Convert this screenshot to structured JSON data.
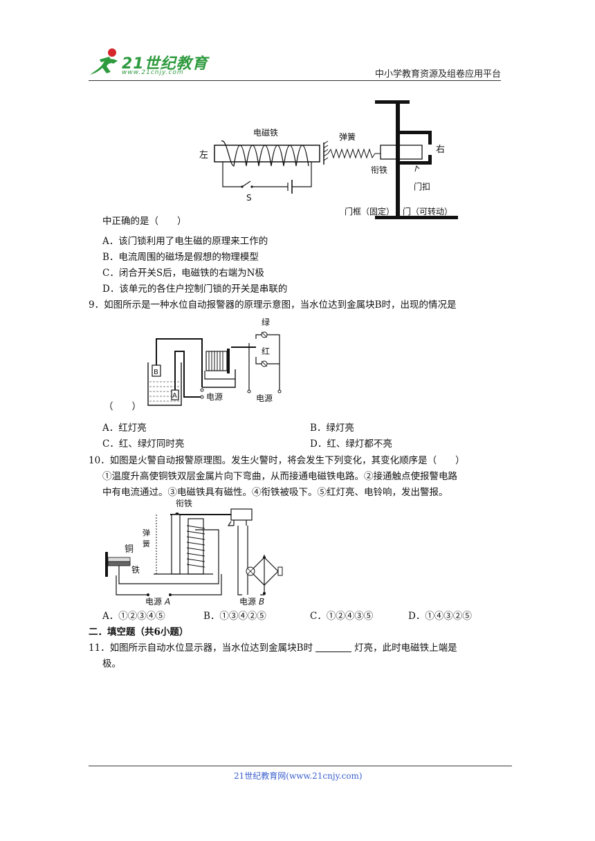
{
  "header": {
    "logo_text": "21世纪教育",
    "logo_url": "www.21cnjy.com",
    "platform": "中小学教育资源及组卷应用平台"
  },
  "q8": {
    "diagram": {
      "electromagnet": "电磁铁",
      "left": "左",
      "right": "右",
      "spring": "弹簧",
      "armature": "衔铁",
      "latch": "门扣",
      "switch": "S",
      "frame": "门框（固定）",
      "door": "门（可转动）"
    },
    "stem_tail": "中正确的是（　　）",
    "options": [
      "A．该门锁利用了电生磁的原理来工作的",
      "B．电流周围的磁场是假想的物理模型",
      "C．闭合开关S后，电磁铁的右端为N极",
      "D．该单元的各住户控制门锁的开关是串联的"
    ]
  },
  "q9": {
    "stem": "9．如图所示是一种水位自动报警器的原理示意图，当水位达到金属块B时，出现的情况是",
    "paren": "（　　）",
    "diagram": {
      "green": "绿",
      "red": "红",
      "power1": "电源",
      "power2": "电源",
      "b": "B",
      "a": "A"
    },
    "options": [
      "A．红灯亮",
      "B．绿灯亮",
      "C．红、绿灯同时亮",
      "D．红、绿灯都不亮"
    ]
  },
  "q10": {
    "stem1": "10．如图是火警自动报警原理图。发生火警时，将会发生下列变化，其变化顺序是（　　）",
    "stem2": "①温度升高使铜铁双层金属片向下弯曲，从而接通电磁铁电路。②接通触点使报警电路",
    "stem3": "中有电流通过。③电磁铁具有磁性。④衔铁被吸下。⑤红灯亮、电铃响，发出警报。",
    "diagram": {
      "armature": "衔铁",
      "spring": "弹簧",
      "copper": "铜",
      "iron": "铁",
      "power_a": "电源",
      "a": "A",
      "power_b": "电源",
      "b": "B"
    },
    "options": [
      "A．①②③④⑤",
      "B．①③④②⑤",
      "C．①②④③⑤",
      "D．①④③②⑤"
    ]
  },
  "section2": {
    "title": "二．填空题（共6小题）"
  },
  "q11": {
    "stem_a": "11．如图所示自动水位显示器，当水位达到金属块B时",
    "stem_b": "灯亮，此时电磁铁上端是",
    "stem_c": "极。"
  },
  "footer": {
    "text": "21世纪教育网(www.21cnjy.com)"
  }
}
